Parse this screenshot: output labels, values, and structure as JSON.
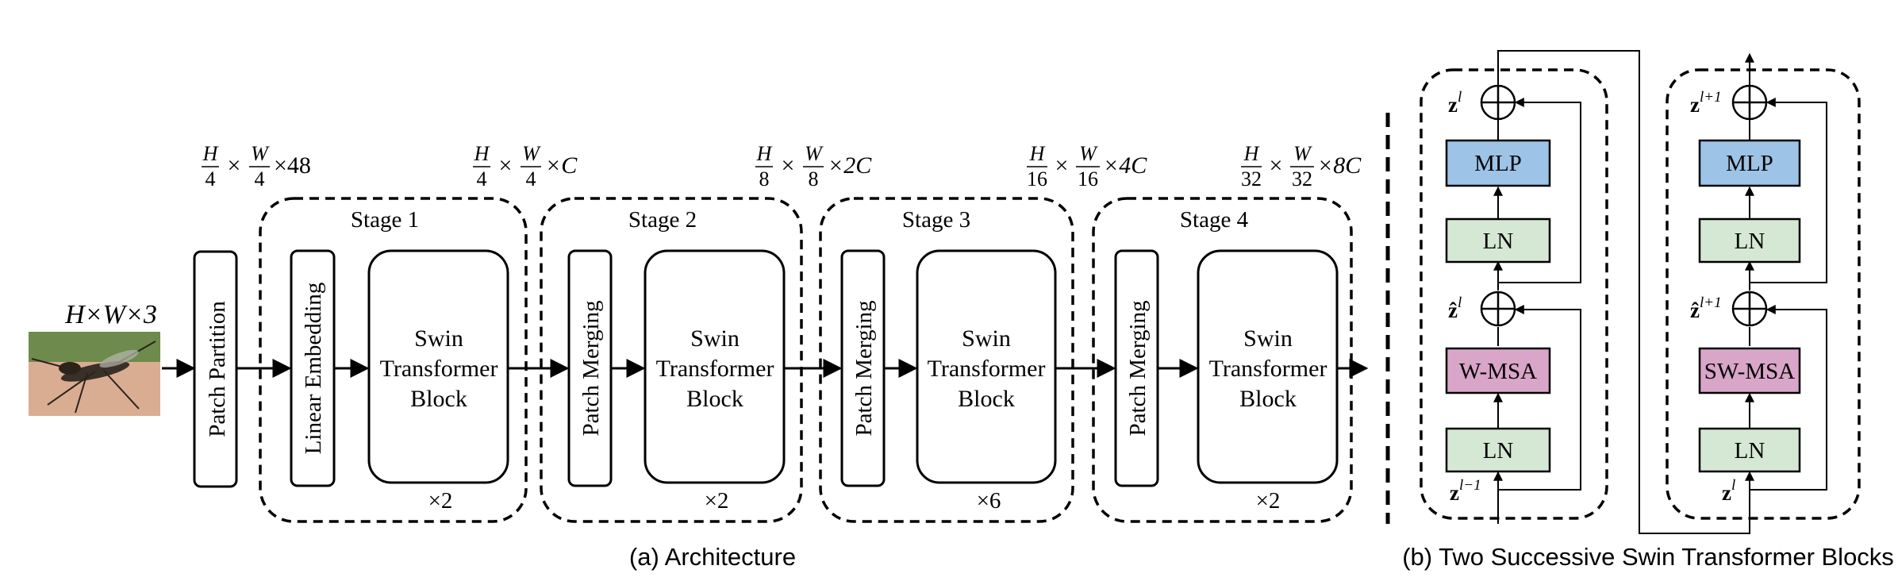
{
  "input": {
    "dims": "H×W×3",
    "image_alt": "mosquito"
  },
  "patch_partition": "Patch Partition",
  "linear_embedding": "Linear Embedding",
  "patch_merging": "Patch Merging",
  "swin_block": [
    "Swin",
    "Transformer",
    "Block"
  ],
  "stages": [
    {
      "label": "Stage 1",
      "repeat": "×2",
      "dims": {
        "h": "H",
        "hd": "4",
        "w": "W",
        "wd": "4",
        "c": "×48"
      }
    },
    {
      "label": "Stage 2",
      "repeat": "×2",
      "dims": {
        "h": "H",
        "hd": "4",
        "w": "W",
        "wd": "4",
        "c": "×C"
      }
    },
    {
      "label": "Stage 3",
      "repeat": "×6",
      "dims": {
        "h": "H",
        "hd": "8",
        "w": "W",
        "wd": "8",
        "c": "×2C"
      }
    },
    {
      "label": "Stage 4",
      "repeat": "×2",
      "dims": {
        "h": "H",
        "hd": "16",
        "w": "W",
        "wd": "16",
        "c": "×4C"
      }
    }
  ],
  "final_dims": {
    "h": "H",
    "hd": "32",
    "w": "W",
    "wd": "32",
    "c": "×8C"
  },
  "caption_a": "(a) Architecture",
  "caption_b": "(b) Two Successive Swin Transformer Blocks",
  "block_left": {
    "mlp": "MLP",
    "ln_top": "LN",
    "attn": "W-MSA",
    "ln_bottom": "LN",
    "z_out": "z",
    "z_out_sup": "l",
    "z_hat": "ẑ",
    "z_hat_sup": "l",
    "z_in": "z",
    "z_in_sup": "l−1"
  },
  "block_right": {
    "mlp": "MLP",
    "ln_top": "LN",
    "attn": "SW-MSA",
    "ln_bottom": "LN",
    "z_out": "z",
    "z_out_sup": "l+1",
    "z_hat": "ẑ",
    "z_hat_sup": "l+1",
    "z_in": "z",
    "z_in_sup": "l"
  },
  "colors": {
    "mlp_fill": "#9DC3E6",
    "ln_fill": "#D5E8D4",
    "attn_fill": "#D9A5C8",
    "stroke": "#000000"
  }
}
